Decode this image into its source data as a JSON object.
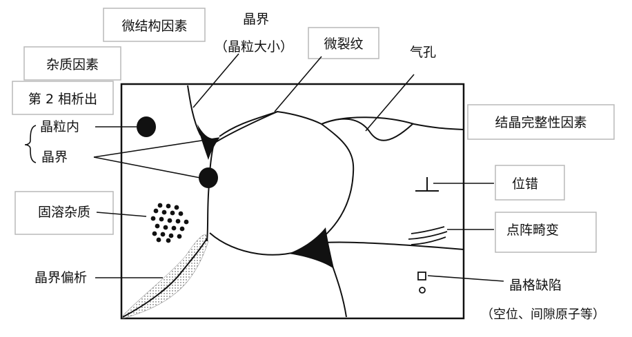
{
  "colors": {
    "ink": "#111111",
    "box_border": "#b8b8b8",
    "background": "#ffffff"
  },
  "labels": {
    "microstructure": "微结构因素",
    "impurity": "杂质因素",
    "second_phase": "第 2 相析出",
    "in_grain": "晶粒内",
    "at_boundary": "晶界",
    "solid_solution": "固溶杂质",
    "segregation": "晶界偏析",
    "grain_boundary": "晶界",
    "grain_size": "（晶粒大小）",
    "microcrack": "微裂纹",
    "pore": "气孔",
    "crystal_integrity": "结晶完整性因素",
    "dislocation": "位错",
    "lattice_distortion": "点阵畸变",
    "lattice_defect": "晶格缺陷",
    "defect_examples": "（空位、间隙原子等）"
  }
}
